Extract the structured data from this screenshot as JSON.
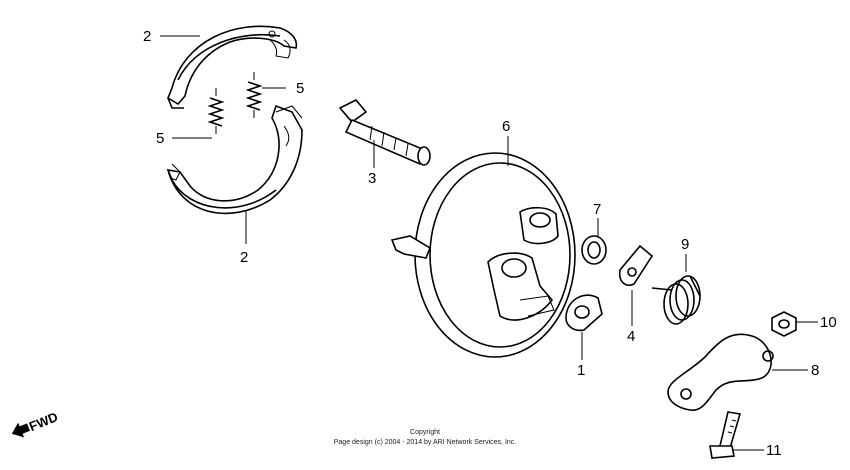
{
  "callouts": {
    "brake_shoe_upper": "2",
    "brake_shoe_lower": "2",
    "spring_right": "5",
    "spring_left": "5",
    "cam": "3",
    "panel": "6",
    "seal": "7",
    "spring_9": "9",
    "indicator": "4",
    "felt": "1",
    "nut": "10",
    "arm": "8",
    "bolt": "11"
  },
  "fwd_label": "FWD",
  "copyright": {
    "line1": "Copyright",
    "line2": "Page design (c) 2004 - 2014 by ARI Network Services, Inc."
  }
}
